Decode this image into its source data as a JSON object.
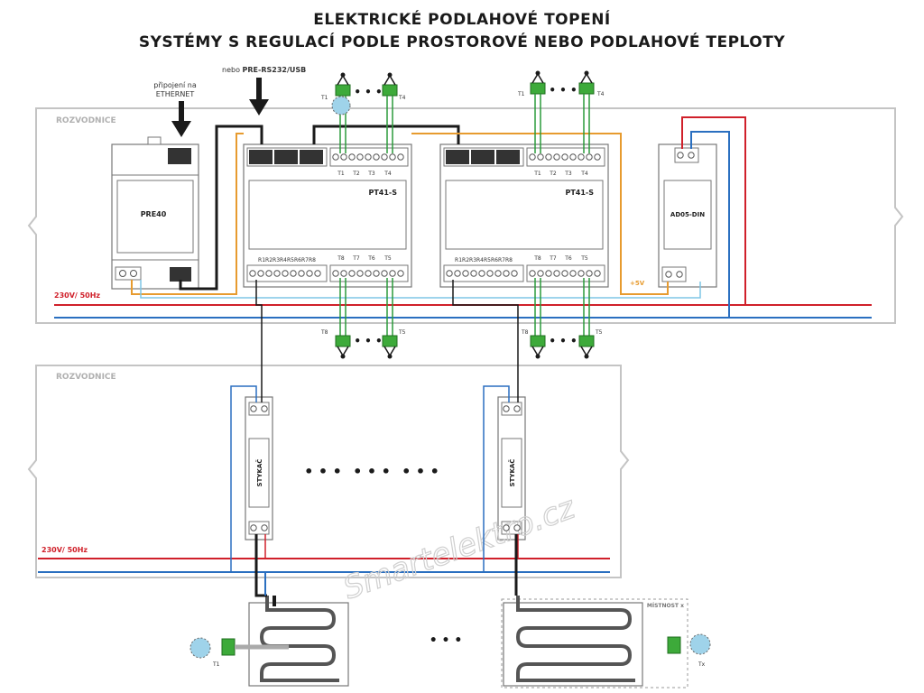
{
  "title": {
    "line1": "ELEKTRICKÉ PODLAHOVÉ TOPENÍ",
    "line2": "SYSTÉMY S REGULACÍ PODLE PROSTOROVÉ NEBO PODLAHOVÉ TEPLOTY"
  },
  "labels": {
    "ethernet_line1": "připojení na",
    "ethernet_line2": "ETHERNET",
    "rs232_prefix": "nebo ",
    "rs232_bold": "PRE-RS232/USB",
    "rozvodnice": "ROZVODNICE",
    "power": "230V/ 50Hz",
    "plus5v": "+5V",
    "ellipsis": "• • •",
    "mistnost": "MÍSTNOST x",
    "watermark": "Smartelektro.cz"
  },
  "devices": {
    "pre40": "PRE40",
    "pt41": "PT41-S",
    "ad05": "AD05-DIN",
    "stykac": "STYKAČ",
    "relay_terminals": "R1R2R3R4R5R6R7R8"
  },
  "terminals": {
    "top": [
      "T1",
      "T2",
      "T3",
      "T4"
    ],
    "bottom": [
      "T8",
      "T7",
      "T6",
      "T5"
    ],
    "sensor_t1": "T1",
    "sensor_t4": "T4",
    "sensor_t8": "T8",
    "sensor_t5": "T5",
    "room_t1": "T1",
    "room_tx": "Tx"
  },
  "colors": {
    "phase": "#d0202a",
    "neutral": "#2a6fc0",
    "bus": "#e79b2f",
    "data": "#7fc6e6",
    "control": "#1a1a1a",
    "sensor_wire": "#2a9a3a",
    "terminal_block": "#3daa3a",
    "sensor_bulb": "#9fd3ea",
    "panel": "#bdbdbd"
  }
}
